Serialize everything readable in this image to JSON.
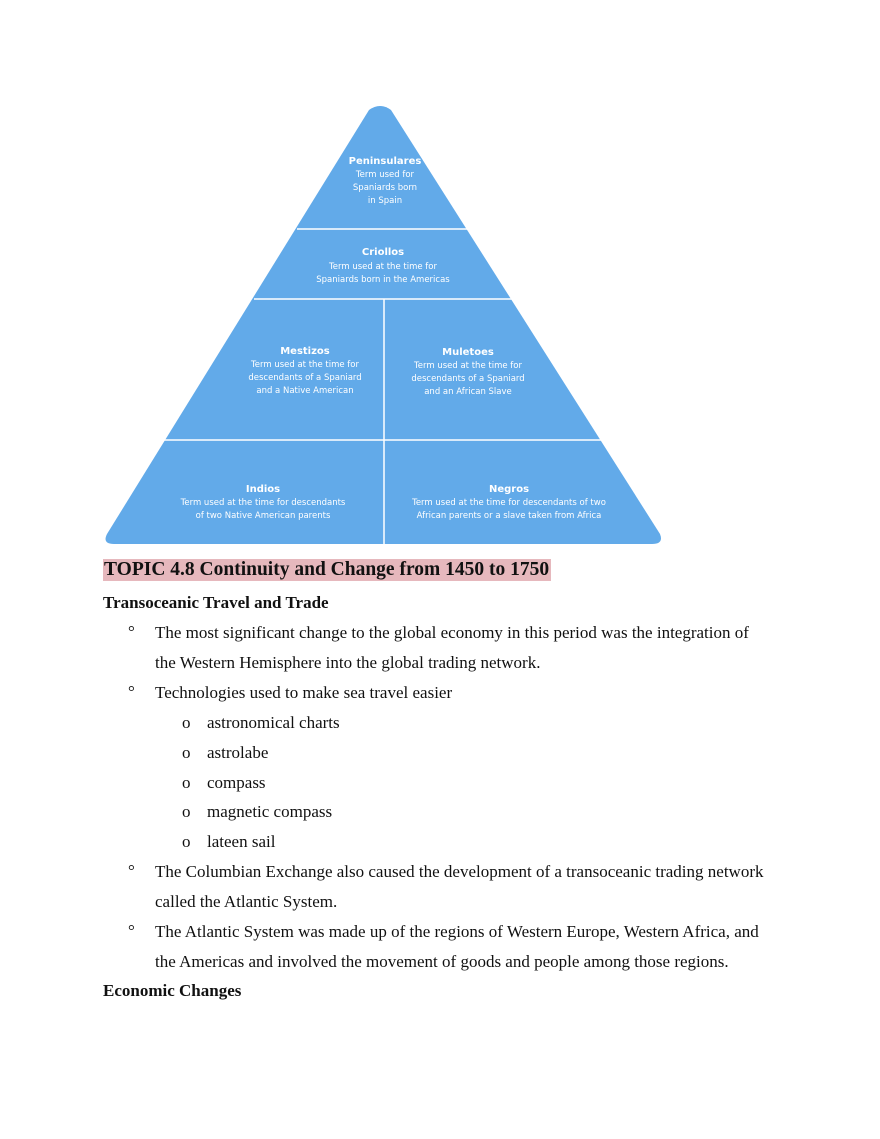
{
  "pyramid": {
    "tiers": [
      {
        "name": "Peninsulares",
        "desc": [
          "Term used for",
          "Spaniards born",
          "in Spain"
        ]
      },
      {
        "name": "Criollos",
        "desc": [
          "Term used at the time for",
          "Spaniards born in the Americas"
        ]
      },
      {
        "name": "Mestizos",
        "desc": [
          "Term used at the time for",
          "descendants of a Spaniard",
          "and a Native American"
        ]
      },
      {
        "name": "Muletoes",
        "desc": [
          "Term used at the time for",
          "descendants of a Spaniard",
          "and an African Slave"
        ]
      },
      {
        "name": "Indios",
        "desc": [
          "Term used at the time for descendants",
          "of two Native American parents"
        ]
      },
      {
        "name": "Negros",
        "desc": [
          "Term used at the time for descendants of two",
          "African parents or a slave taken from Africa"
        ]
      }
    ],
    "fill_color": "#62aae9",
    "line_color": "#ffffff"
  },
  "topic_heading": "TOPIC 4.8 Continuity and Change from 1450 to 1750",
  "highlight_color": "#e6b8bd",
  "sections": [
    {
      "heading": "Transoceanic Travel and Trade",
      "bullet_symbol": "°",
      "sub_bullet_symbol": "o",
      "bullets": [
        {
          "lines": [
            "The most significant change to the global economy in this period was the integration of",
            "the Western Hemisphere into the global trading network."
          ]
        },
        {
          "lines": [
            "Technologies used to make sea travel easier"
          ],
          "sub": [
            "astronomical charts",
            "astrolabe",
            "compass",
            "magnetic compass",
            "lateen sail"
          ]
        },
        {
          "lines": [
            "The Columbian Exchange also caused the development of a transoceanic trading network",
            "called the Atlantic System."
          ]
        },
        {
          "lines": [
            "The Atlantic System was made up of the regions of Western Europe, Western Africa, and",
            "the Americas and involved the movement of goods and people among those regions."
          ]
        }
      ]
    },
    {
      "heading": "Economic Changes"
    }
  ]
}
